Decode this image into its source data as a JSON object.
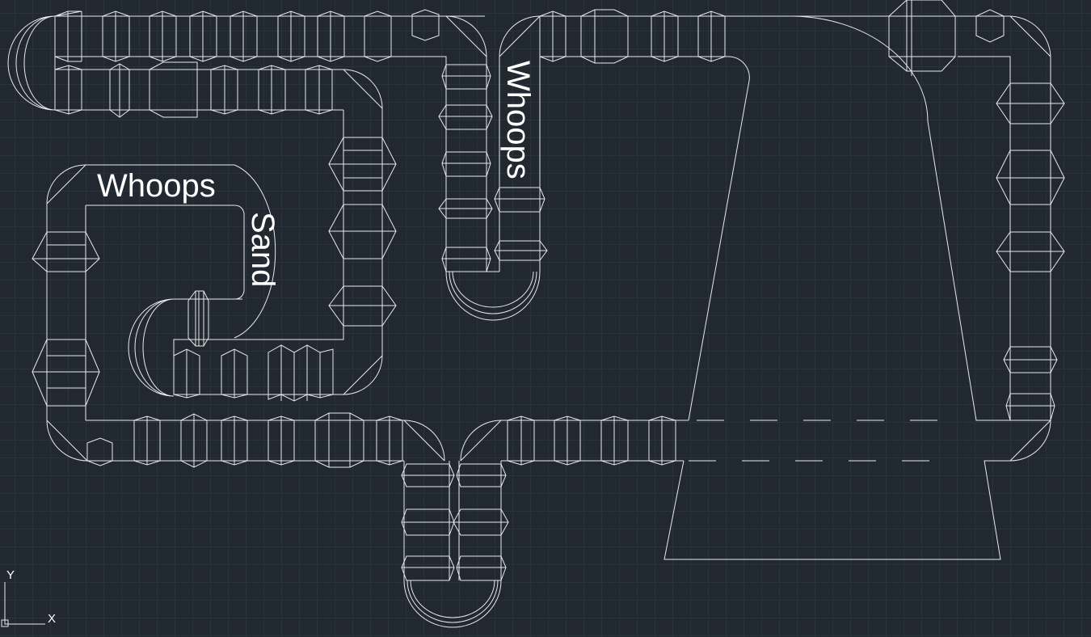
{
  "labels": {
    "whoops_left": "Whoops",
    "sand": "Sand",
    "whoops_vertical": "Whoops"
  },
  "ucs": {
    "x_label": "X",
    "y_label": "Y"
  },
  "colors": {
    "background": "#212830",
    "grid": "#2a323c",
    "lines": "#e8eaed",
    "text": "#ffffff"
  }
}
